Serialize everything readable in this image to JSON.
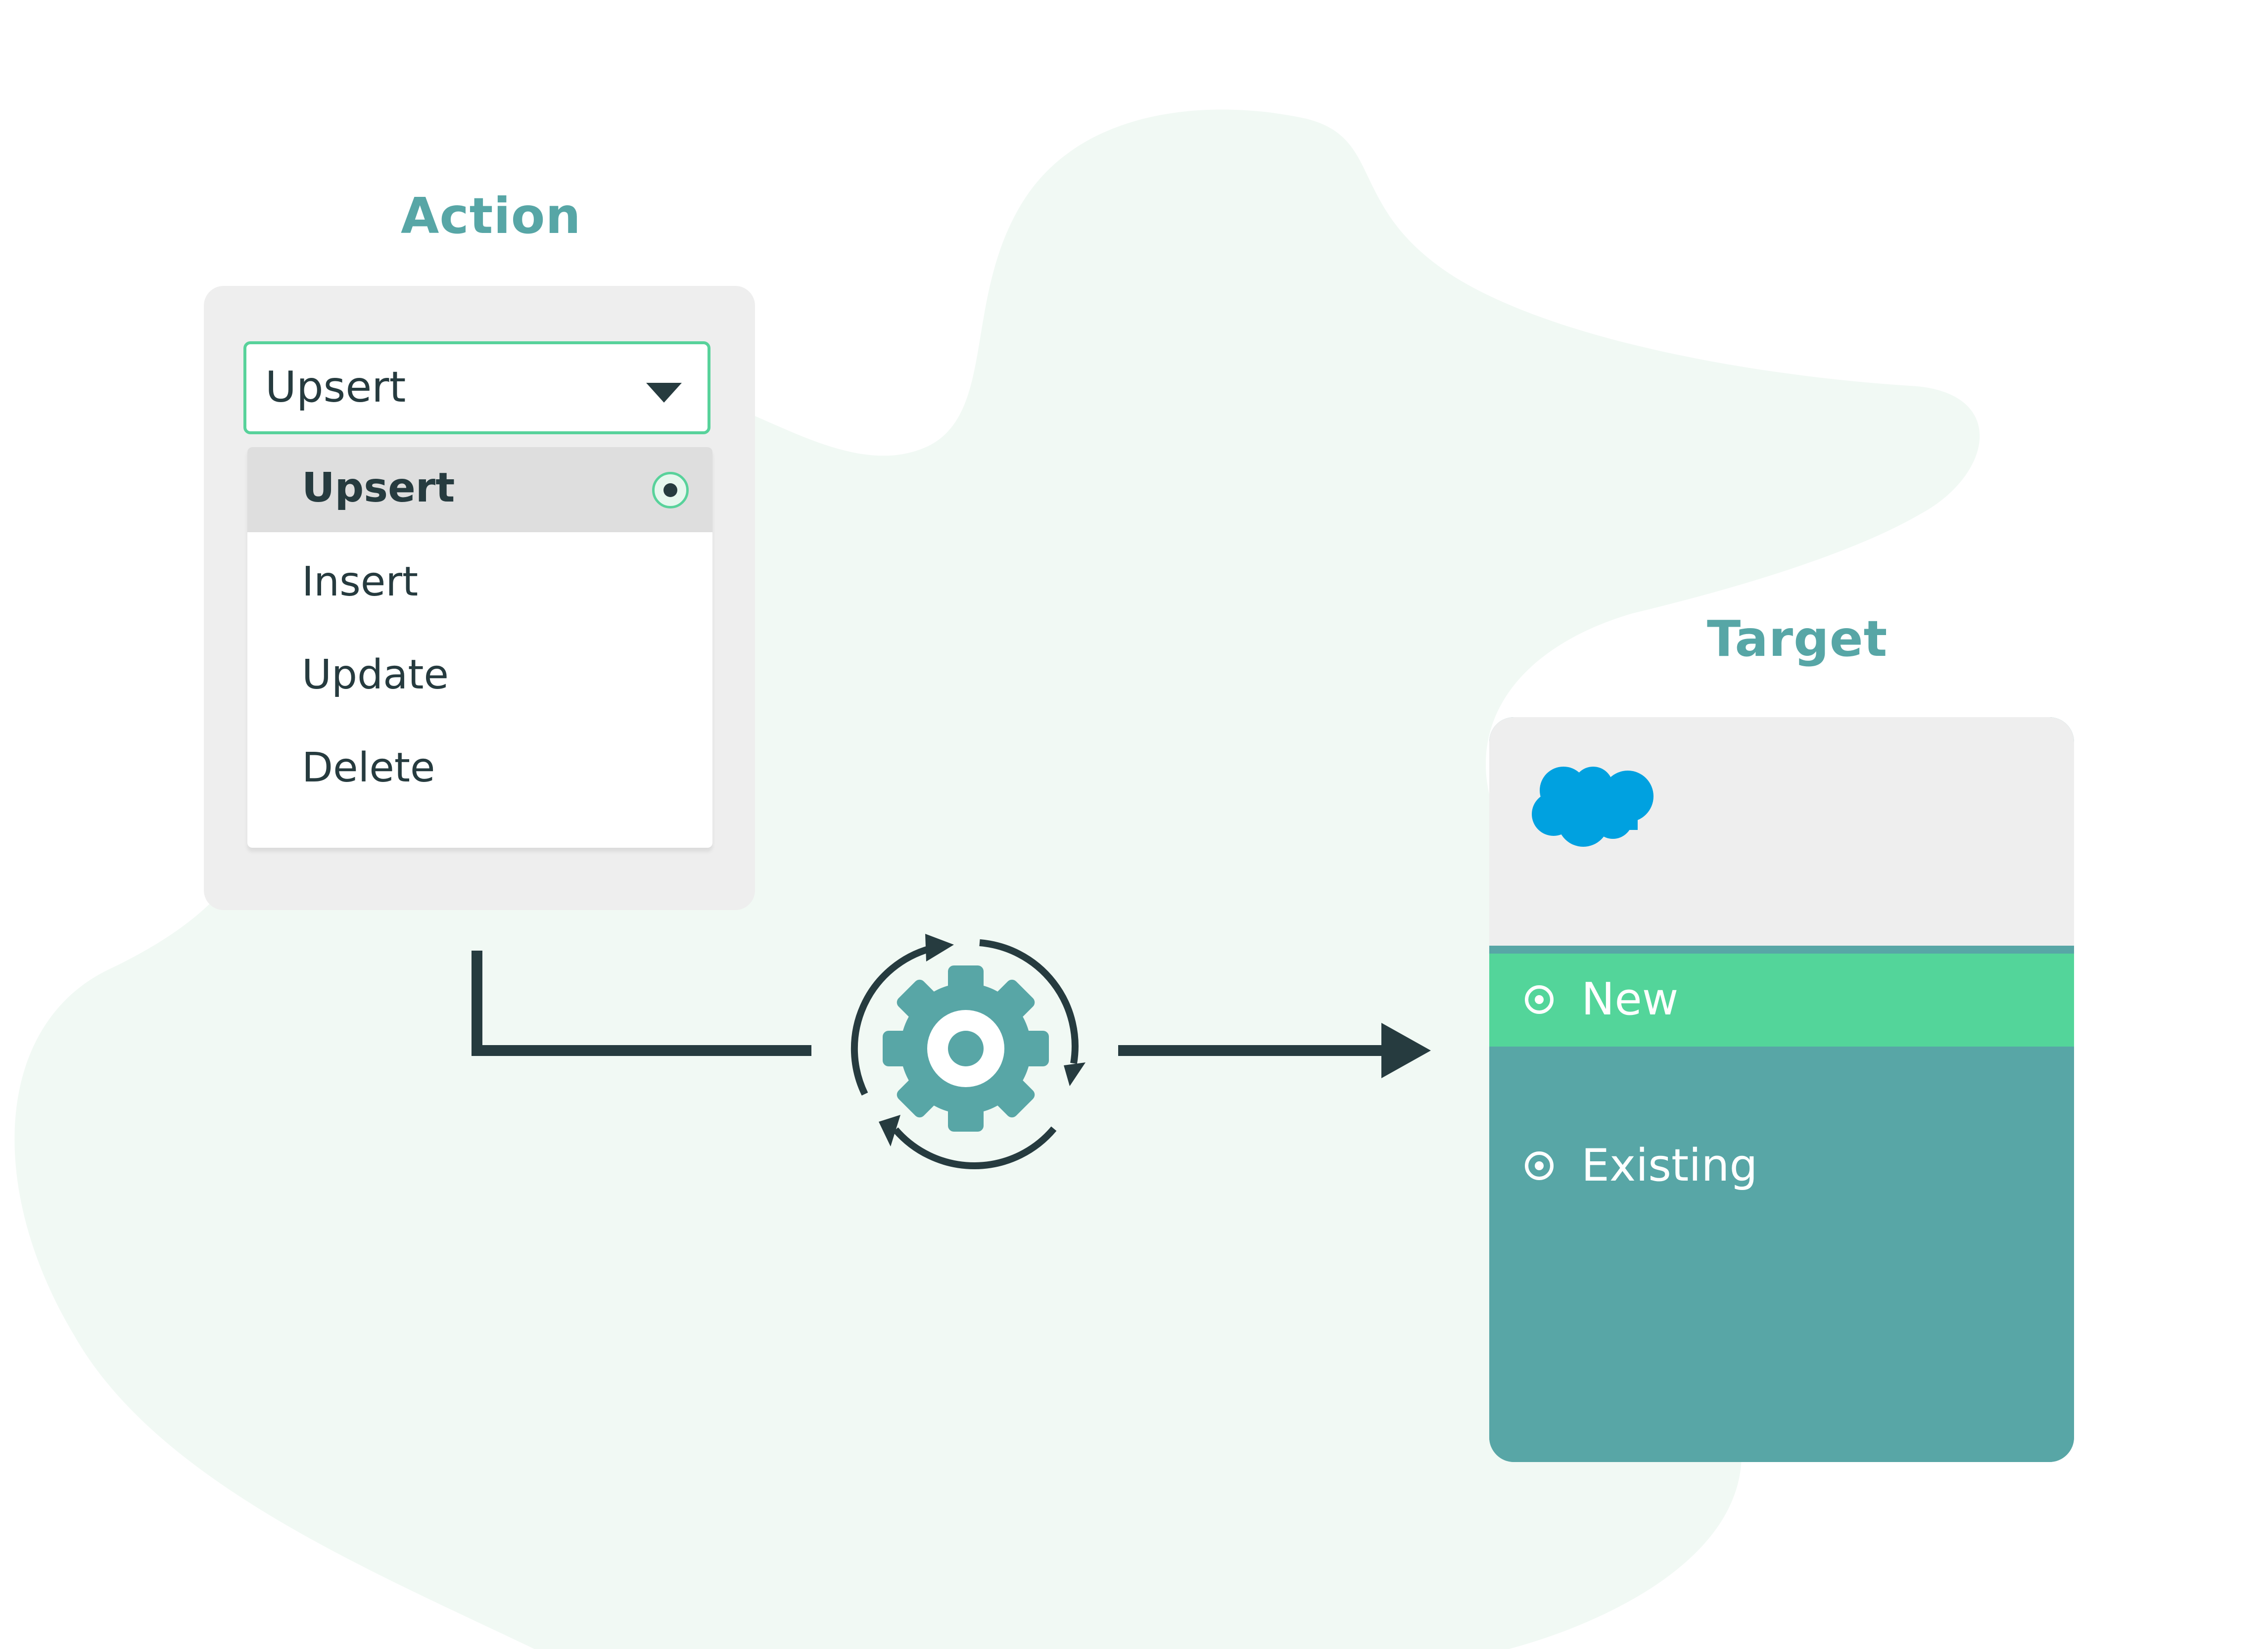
{
  "action": {
    "title": "Action",
    "selected_value": "Upsert",
    "options": [
      "Upsert",
      "Insert",
      "Update",
      "Delete"
    ]
  },
  "target": {
    "title": "Target",
    "logo": "salesforce-cloud-logo",
    "options": [
      "New",
      "Existing"
    ]
  },
  "icons": {
    "dropdown": "caret-down-icon",
    "selected_option": "radio-selected-icon",
    "process": "gear-sync-icon"
  },
  "colors": {
    "background_blob": "#f1f9f4",
    "title_teal": "#57a6a6",
    "accent_green": "#53d59a",
    "accent_teal": "#58a6a6",
    "panel_gray": "#eeeeee",
    "salesforce_blue": "#00a1e0",
    "ink": "#263b3f"
  }
}
